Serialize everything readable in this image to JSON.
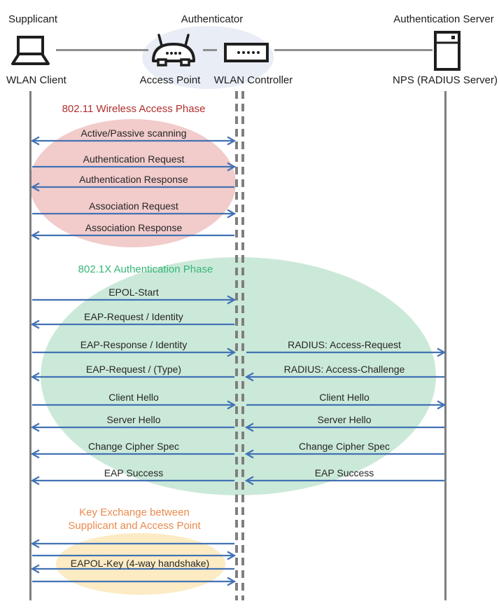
{
  "header": {
    "roles": {
      "supplicant": "Supplicant",
      "authenticator": "Authenticator",
      "auth_server": "Authentication Server"
    },
    "devices": {
      "wlan_client": "WLAN Client",
      "access_point": "Access Point",
      "wlan_controller": "WLAN Controller",
      "nps": "NPS (RADIUS Server)"
    }
  },
  "phases": {
    "wireless_access": {
      "title": "802.11 Wireless Access Phase",
      "title_color": "#B02E2E",
      "ellipse_color": "#F2CBCB"
    },
    "authentication": {
      "title": "802.1X Authentication Phase",
      "title_color": "#36B677",
      "ellipse_color": "#CBE9D8"
    },
    "key_exchange": {
      "title_line1": "Key Exchange between",
      "title_line2": "Supplicant and Access Point",
      "title_color": "#E98A4E",
      "ellipse_color": "#FCEBC3"
    }
  },
  "messages": {
    "client_to_controller": [
      {
        "text": "Active/Passive scanning",
        "direction": "both"
      },
      {
        "text": "Authentication Request",
        "direction": "right"
      },
      {
        "text": "Authentication Response",
        "direction": "left"
      },
      {
        "text": "Association Request",
        "direction": "right"
      },
      {
        "text": "Association Response",
        "direction": "left"
      },
      {
        "text": "EPOL-Start",
        "direction": "right"
      },
      {
        "text": "EAP-Request / Identity",
        "direction": "left"
      },
      {
        "text": "EAP-Response / Identity",
        "direction": "right"
      },
      {
        "text": "EAP-Request / (Type)",
        "direction": "left"
      },
      {
        "text": "Client Hello",
        "direction": "right"
      },
      {
        "text": "Server Hello",
        "direction": "left"
      },
      {
        "text": "Change Cipher Spec",
        "direction": "left"
      },
      {
        "text": "EAP Success",
        "direction": "left"
      },
      {
        "text": "EAPOL-Key (4-way handshake)",
        "direction": "left,right,left,right"
      }
    ],
    "controller_to_server": [
      {
        "text": "RADIUS: Access-Request",
        "direction": "right"
      },
      {
        "text": "RADIUS: Access-Challenge",
        "direction": "left"
      },
      {
        "text": "Client Hello",
        "direction": "right"
      },
      {
        "text": "Server Hello",
        "direction": "left"
      },
      {
        "text": "Change Cipher Spec",
        "direction": "left"
      },
      {
        "text": "EAP Success",
        "direction": "left"
      }
    ]
  },
  "colors": {
    "arrow": "#4272B4",
    "lifeline": "#7F7F7F",
    "text": "#262626",
    "authenticator_ellipse": "#E9EDF6"
  }
}
